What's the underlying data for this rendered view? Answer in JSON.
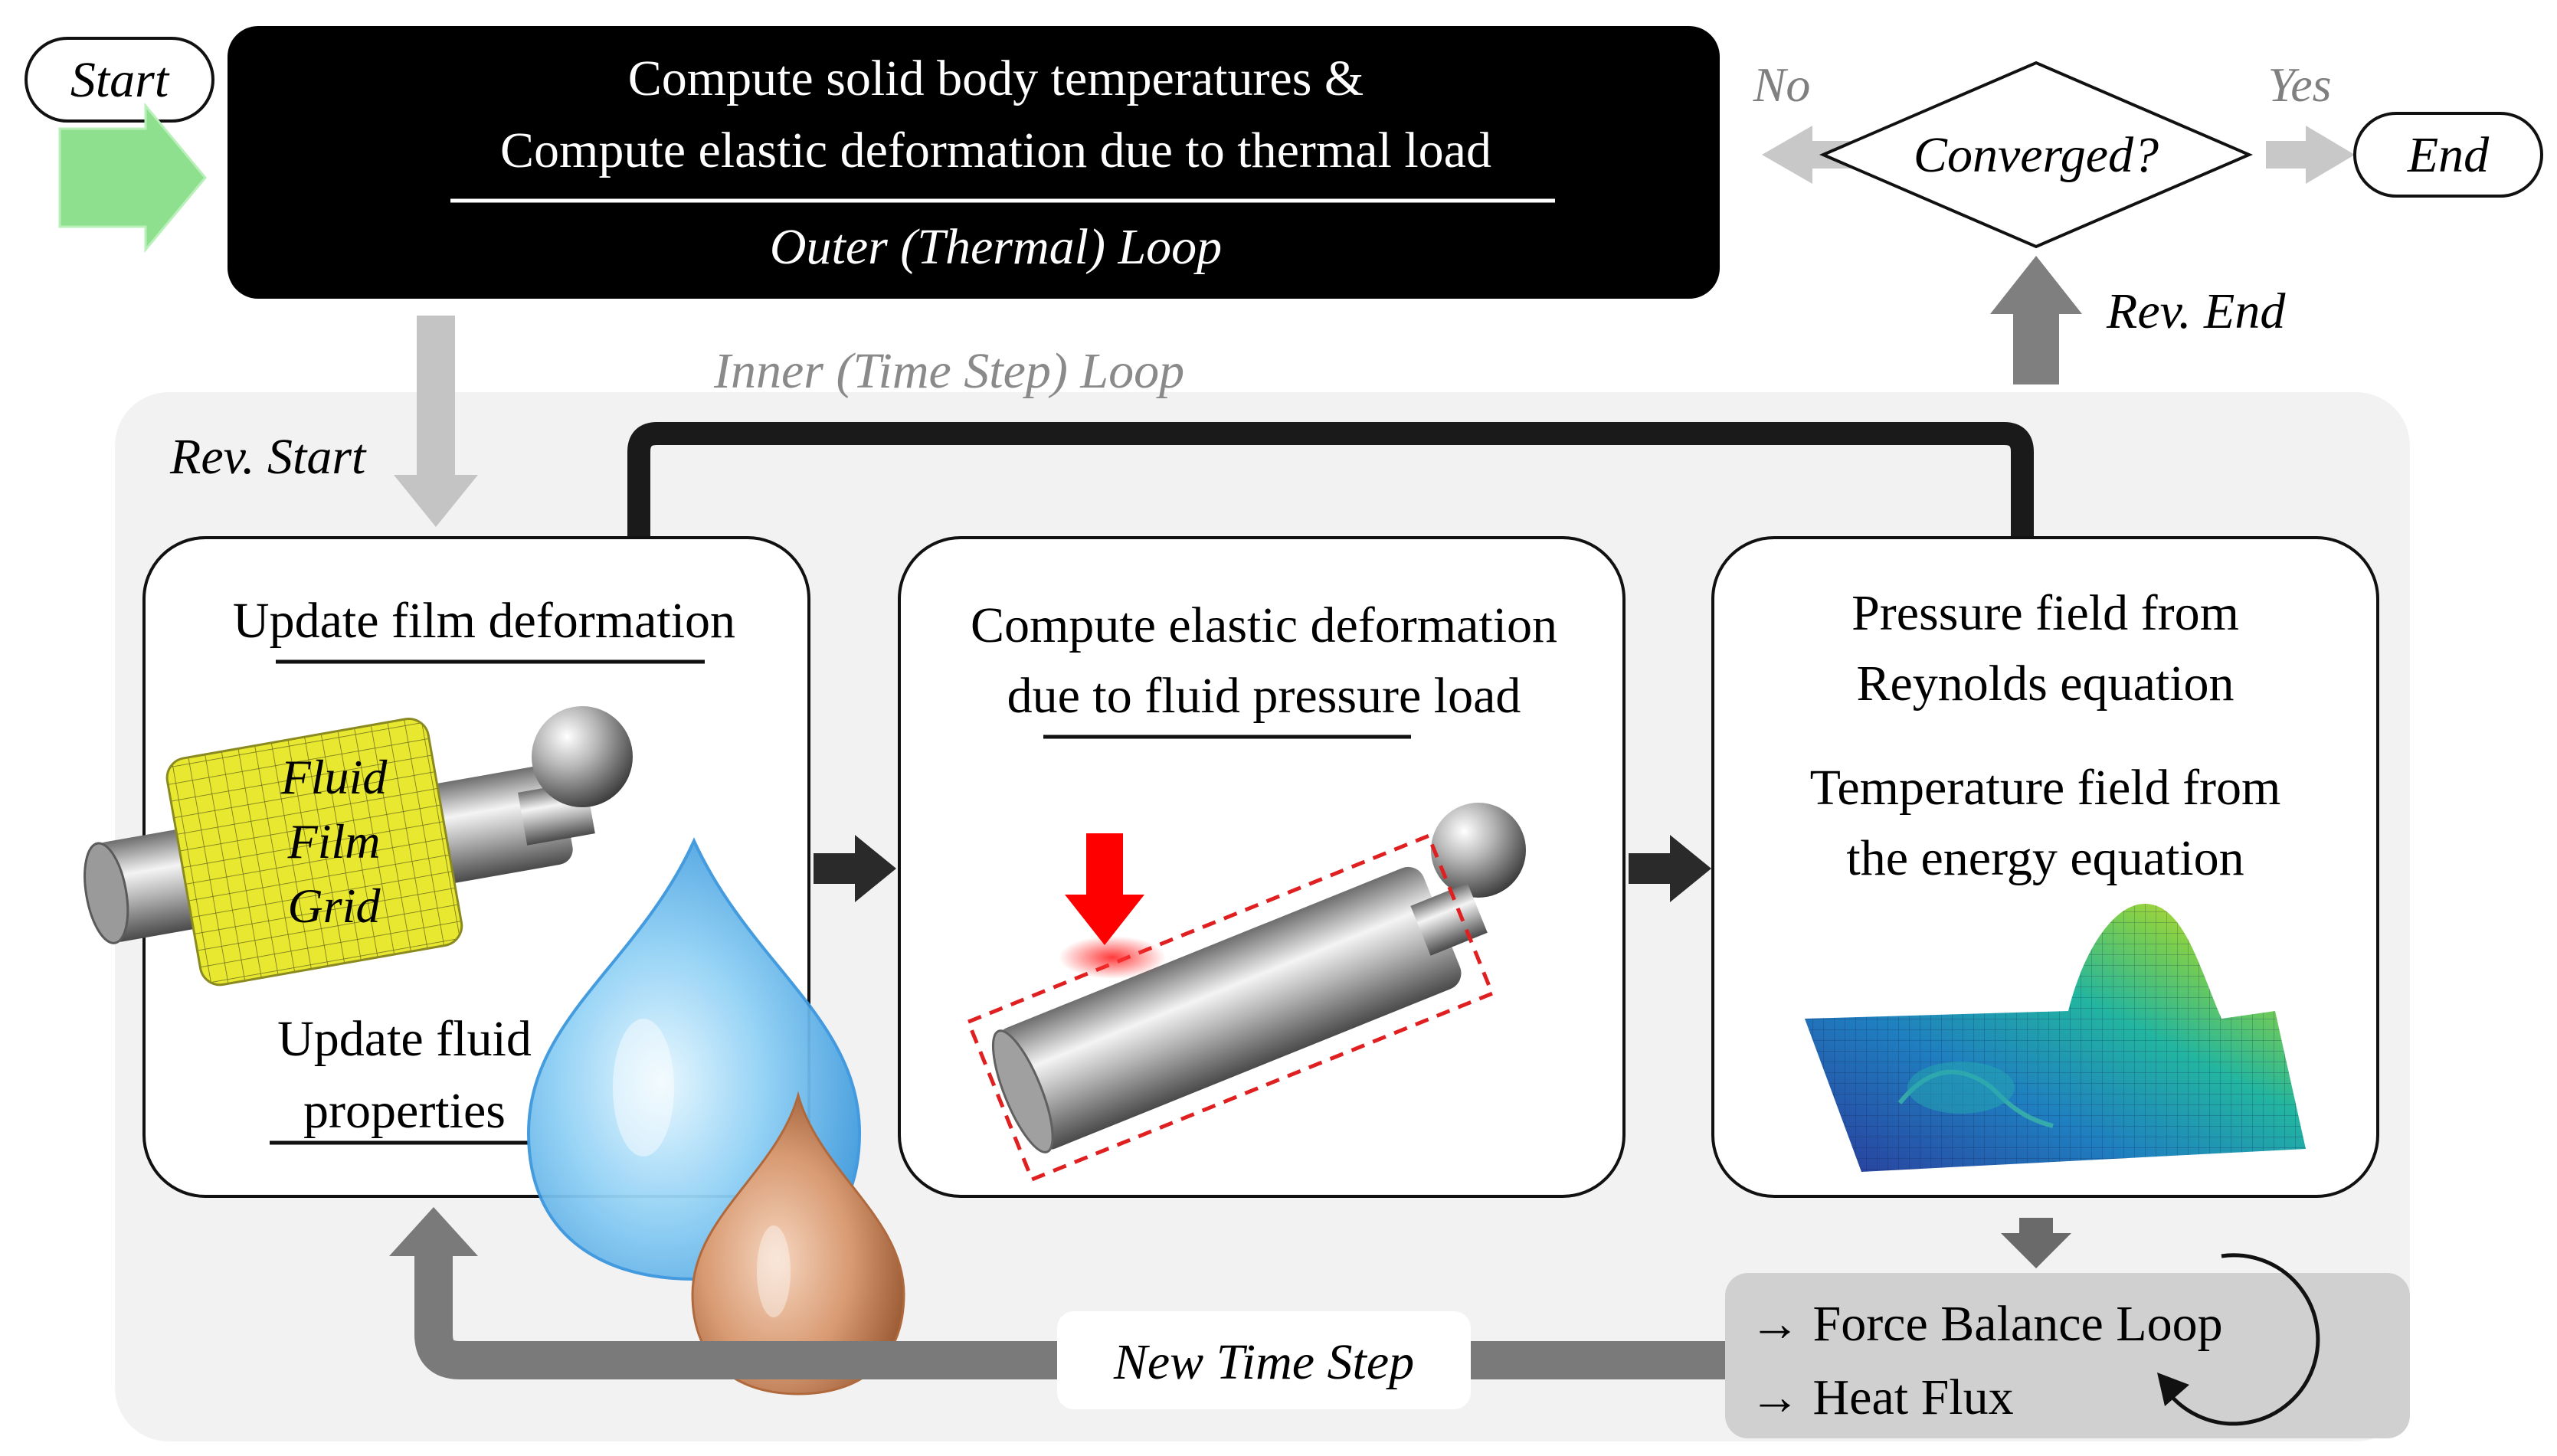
{
  "start_label": "Start",
  "end_label": "End",
  "outer": {
    "line1": "Compute solid body temperatures &",
    "line2": "Compute elastic deformation due to thermal load",
    "loop_label": "Outer (Thermal) Loop"
  },
  "decision": {
    "label": "Converged?",
    "no": "No",
    "yes": "Yes"
  },
  "rev_end": "Rev. End",
  "rev_start": "Rev. Start",
  "inner_loop_label": "Inner (Time Step) Loop",
  "box1": {
    "title": "Update film deformation",
    "grid_line1": "Fluid",
    "grid_line2": "Film",
    "grid_line3": "Grid",
    "fluid_line1": "Update fluid",
    "fluid_line2": "properties"
  },
  "box2": {
    "line1": "Compute elastic deformation",
    "line2": "due to fluid pressure load"
  },
  "box3": {
    "pressure_line1": "Pressure field from",
    "pressure_line2": "Reynolds equation",
    "temp_line1": "Temperature field from",
    "temp_line2": "the energy equation"
  },
  "balance": {
    "line1": "→ Force Balance Loop",
    "line2": "→ Heat Flux"
  },
  "new_time_step": "New Time Step",
  "colors": {
    "start_arrow": "#8ee08e",
    "load_arrow": "#ff0000",
    "dashed_box": "#e02020",
    "grid_fill": "#e8e830",
    "panel_bg": "#f2f2f2"
  }
}
